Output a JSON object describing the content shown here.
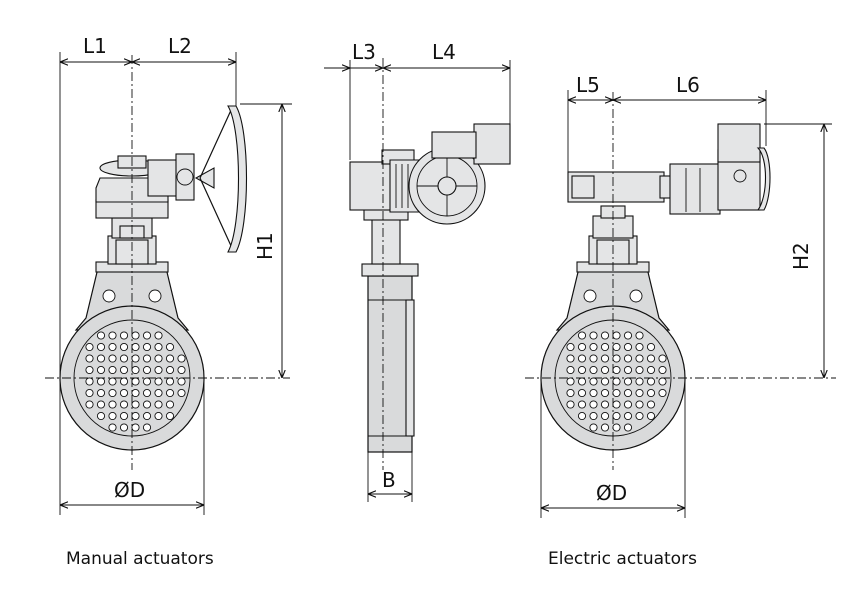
{
  "dimensions": {
    "l1": "L1",
    "l2": "L2",
    "l3": "L3",
    "l4": "L4",
    "l5": "L5",
    "l6": "L6",
    "h1": "H1",
    "h2": "H2",
    "d_left": "ØD",
    "d_right": "ØD",
    "b": "B"
  },
  "captions": {
    "manual": "Manual actuators",
    "electric": "Electric actuators"
  },
  "colors": {
    "line": "#111111",
    "body_fill": "#d9dadb",
    "background": "#ffffff"
  }
}
